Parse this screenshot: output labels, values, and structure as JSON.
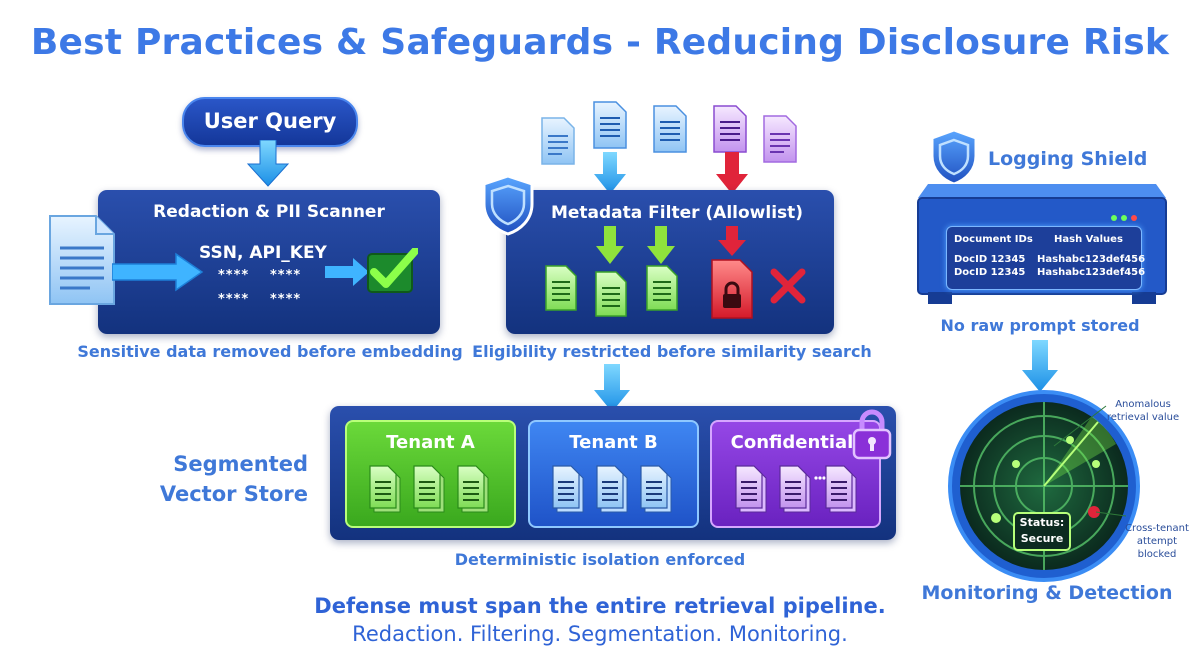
{
  "title": "Best Practices & Safeguards - Reducing Disclosure Risk",
  "user_query": "User Query",
  "redaction": {
    "title": "Redaction & PII Scanner",
    "sensitive_text": "SSN, API_KEY",
    "mask_top_left": "****",
    "mask_top_right": "****",
    "mask_bottom_left": "****",
    "mask_bottom_right": "****",
    "caption": "Sensitive data removed before embedding"
  },
  "metadata_filter": {
    "title": "Metadata Filter (Allowlist)",
    "caption": "Eligibility restricted before similarity search"
  },
  "logging": {
    "title": "Logging Shield",
    "col_ids": "Document IDs",
    "col_hash": "Hash Values",
    "rows": [
      {
        "id": "DocID 12345",
        "hash": "Hashabc123def456"
      },
      {
        "id": "DocID 12345",
        "hash": "Hashabc123def456"
      }
    ],
    "caption": "No raw prompt stored"
  },
  "vector_store": {
    "label_line1": "Segmented",
    "label_line2": "Vector Store",
    "tenants": [
      {
        "label": "Tenant A"
      },
      {
        "label": "Tenant B"
      },
      {
        "label": "Confidential"
      }
    ],
    "caption": "Deterministic isolation enforced"
  },
  "monitoring": {
    "anomaly_label_1": "Anomalous",
    "anomaly_label_2": "retrieval value",
    "cross_label_1": "Cross-tenant",
    "cross_label_2": "attempt",
    "cross_label_3": "blocked",
    "status_label": "Status:",
    "status_value": "Secure",
    "caption": "Monitoring & Detection"
  },
  "footer": {
    "line1": "Defense must span the entire retrieval pipeline.",
    "line2": "Redaction. Filtering. Segmentation. Monitoring."
  },
  "colors": {
    "title_blue": "#3d79e6",
    "panel_navy": "#1b3b8f",
    "tenant_a_green": "#4cc22a",
    "tenant_b_blue": "#2f6fe0",
    "confidential_purple": "#7a2fd0",
    "alert_red": "#e0243a",
    "radar_green": "#7ff04a"
  }
}
